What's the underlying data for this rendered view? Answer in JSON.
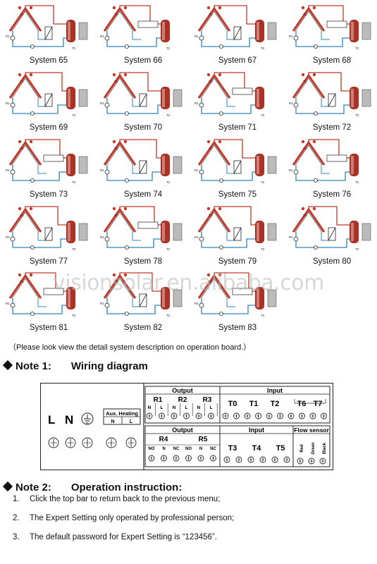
{
  "systems": [
    {
      "label": "System 65"
    },
    {
      "label": "System 66"
    },
    {
      "label": "System 67"
    },
    {
      "label": "System 68"
    },
    {
      "label": "System 69"
    },
    {
      "label": "System 70"
    },
    {
      "label": "System 71"
    },
    {
      "label": "System 72"
    },
    {
      "label": "System 73"
    },
    {
      "label": "System 74"
    },
    {
      "label": "System 75"
    },
    {
      "label": "System 76"
    },
    {
      "label": "System 77"
    },
    {
      "label": "System 78"
    },
    {
      "label": "System 79"
    },
    {
      "label": "System 80"
    },
    {
      "label": "System 81"
    },
    {
      "label": "System 82"
    },
    {
      "label": "System 83"
    }
  ],
  "watermark": "visionsolar.en.alibaba.com",
  "detail_note": "（Please look view the detail system description on operation board.）",
  "note1": {
    "label": "Note 1:",
    "title": "Wiring diagram"
  },
  "note2": {
    "label": "Note 2:",
    "title": "Operation instruction:"
  },
  "wiring": {
    "power": [
      "L",
      "N",
      "⏚"
    ],
    "aux_heating": {
      "title": "Aux. Heating",
      "terms": [
        "N",
        "L"
      ]
    },
    "output_top": {
      "title": "Output",
      "relays": [
        "R1",
        "R2",
        "R3"
      ],
      "terms": [
        "N",
        "L",
        "N",
        "L",
        "N",
        "L"
      ]
    },
    "input_top": {
      "title": "Input",
      "sensors": [
        "T0",
        "T1",
        "T2",
        "T6",
        "T7"
      ]
    },
    "output_bottom": {
      "title": "Output",
      "relays": [
        "R4",
        "R5"
      ],
      "terms": [
        "NO",
        "N",
        "NC",
        "NO",
        "N",
        "NC"
      ]
    },
    "input_bottom": {
      "title": "Input",
      "sensors": [
        "T3",
        "T4",
        "T5"
      ]
    },
    "flow_sensor": {
      "title": "Flow sensor",
      "wires": [
        "Red",
        "Green",
        "Black"
      ]
    }
  },
  "instructions": [
    {
      "num": "1.",
      "text": "Click the top bar to return back to the previous menu;"
    },
    {
      "num": "2.",
      "text": "The Expert Setting only operated by professional person;"
    },
    {
      "num": "3.",
      "text": "The default password for Expert Setting is “123456”."
    }
  ],
  "colors": {
    "pipe_red": "#c0392b",
    "pipe_blue": "#2e86c1",
    "tank": "#a93226",
    "line": "#222222"
  },
  "icons": {
    "collector": "solar-collector-icon",
    "tank": "storage-tank-icon",
    "pump": "pump-icon",
    "exchanger": "heat-exchanger-icon"
  }
}
